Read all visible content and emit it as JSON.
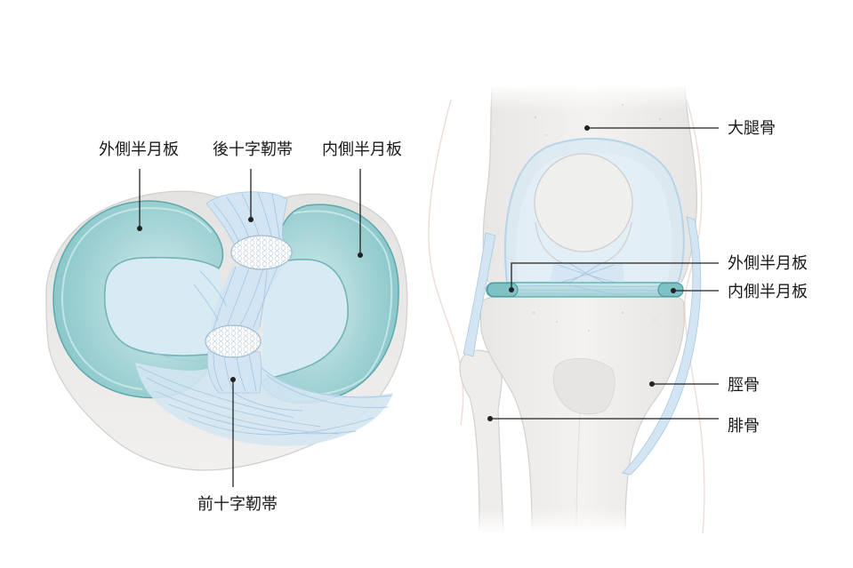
{
  "labels": {
    "left": {
      "lateral_meniscus": "外側半月板",
      "posterior_cruciate_ligament": "後十字靭帯",
      "medial_meniscus": "内側半月板",
      "anterior_cruciate_ligament": "前十字靭帯"
    },
    "right": {
      "femur": "大腿骨",
      "lateral_meniscus": "外側半月板",
      "medial_meniscus": "内側半月板",
      "tibia": "脛骨",
      "fibula": "腓骨"
    }
  },
  "colors": {
    "bone": "#eeedeb",
    "meniscus": "#a9d6d8",
    "meniscus_edge": "#5ea8ab",
    "ligament": "#d3e5f2",
    "leader": "#222222"
  }
}
